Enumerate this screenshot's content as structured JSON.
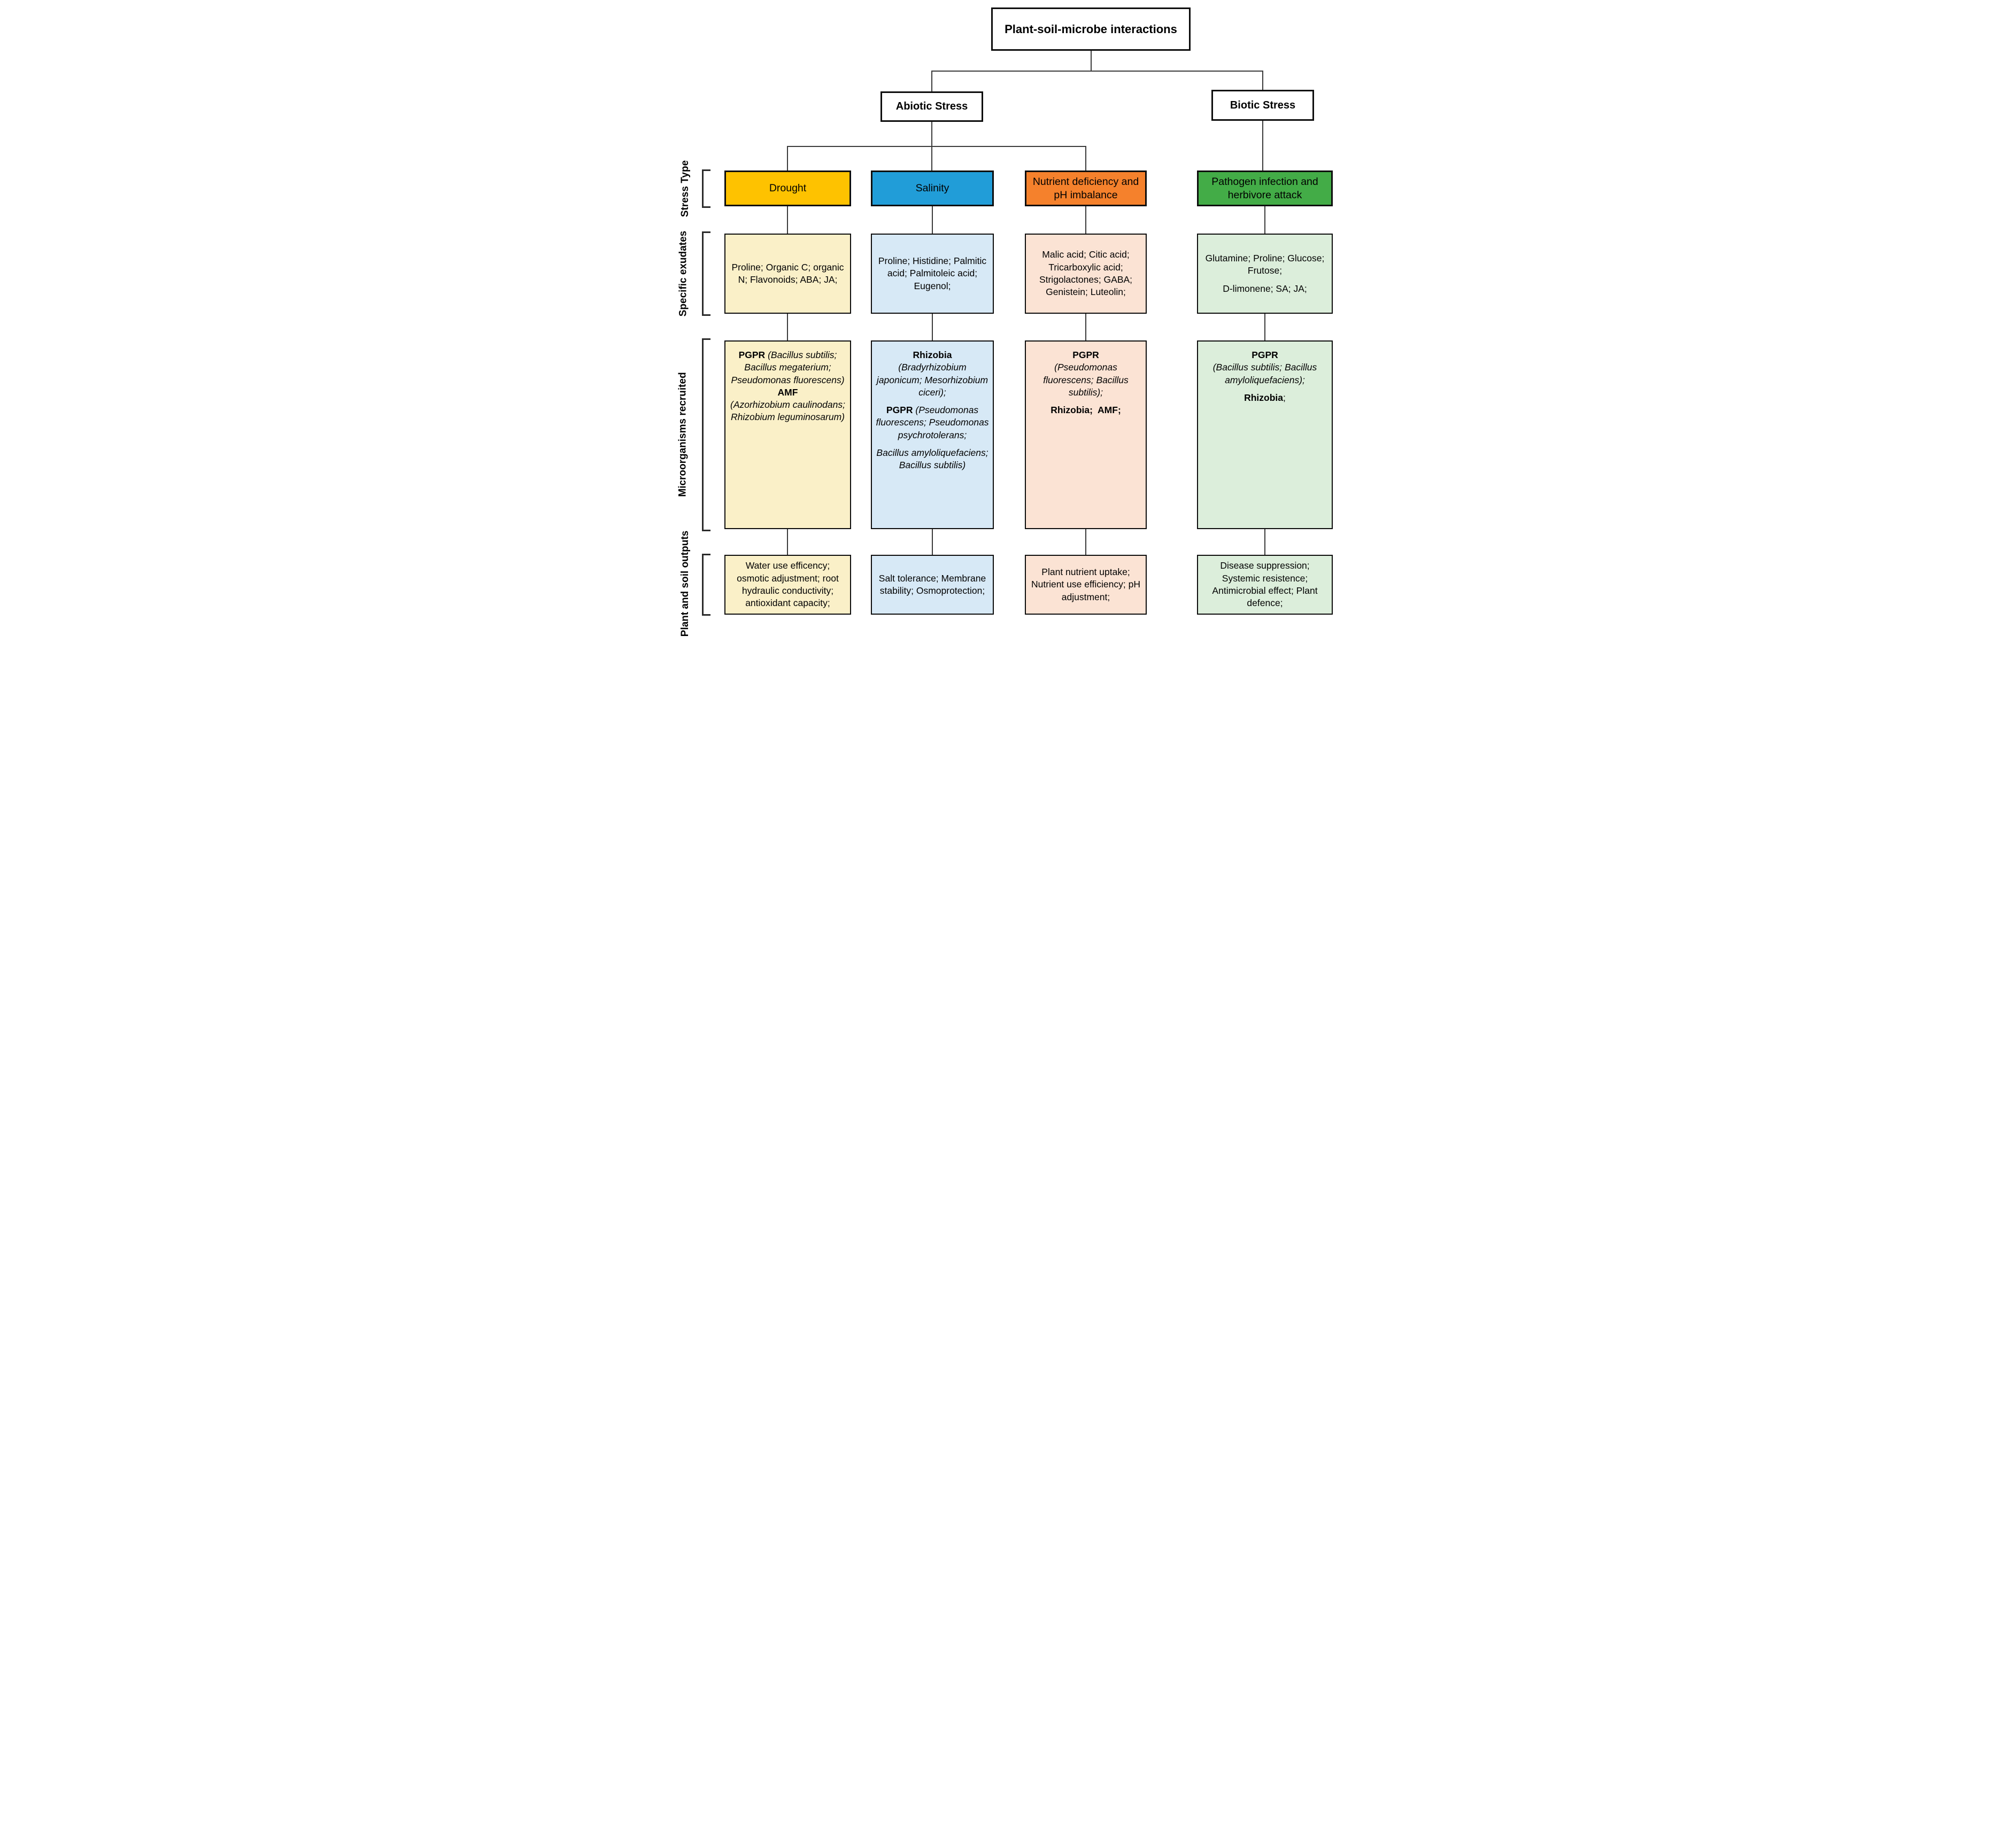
{
  "title": "Plant-soil-microbe interactions",
  "branches": {
    "abiotic": "Abiotic Stress",
    "biotic": "Biotic Stress"
  },
  "row_labels": [
    "Stress Type",
    "Specific exudates",
    "Microorganisms recruited",
    "Plant and soil outputs"
  ],
  "colors": {
    "drought_header": "#FEC200",
    "drought_tint": "#FAF0C8",
    "salinity_header": "#219DD8",
    "salinity_tint": "#D7E9F6",
    "nutrient_header": "#F5812C",
    "nutrient_tint": "#FBE3D4",
    "pathogen_header": "#43AC47",
    "pathogen_tint": "#DCEEDB",
    "connector": "#3A3A3A",
    "border": "#0D0D0D"
  },
  "columns": [
    {
      "id": "drought",
      "header": "Drought",
      "exudates_paras": [
        {
          "segs": [
            {
              "t": "Proline; Organic C; organic N; Flavonoids; ABA; JA;"
            }
          ]
        }
      ],
      "micro_paras": [
        {
          "segs": [
            {
              "t": "PGPR",
              "b": true
            },
            {
              "t": " "
            },
            {
              "t": "(Bacillus subtilis; Bacillus megaterium; Pseudomonas fluorescens)",
              "i": true
            }
          ]
        },
        {
          "segs": [
            {
              "t": "AMF",
              "b": true
            }
          ]
        },
        {
          "segs": [
            {
              "t": "(Azorhizobium caulinodans; Rhizobium leguminosarum)",
              "i": true
            }
          ]
        }
      ],
      "outputs": "Water use efficency; osmotic adjustment; root hydraulic conductivity; antioxidant capacity;"
    },
    {
      "id": "salinity",
      "header": "Salinity",
      "exudates_paras": [
        {
          "segs": [
            {
              "t": "Proline; Histidine; Palmitic acid; Palmitoleic acid; Eugenol;"
            }
          ]
        }
      ],
      "micro_paras": [
        {
          "segs": [
            {
              "t": "Rhizobia",
              "b": true
            }
          ]
        },
        {
          "segs": [
            {
              "t": "(Bradyrhizobium japonicum; Mesorhizobium ciceri);",
              "i": true
            }
          ]
        },
        {
          "gap": true,
          "segs": [
            {
              "t": "PGPR",
              "b": true
            },
            {
              "t": " "
            },
            {
              "t": "(Pseudomonas fluorescens; Pseudomonas psychrotolerans;",
              "i": true
            }
          ]
        },
        {
          "gap": true,
          "segs": [
            {
              "t": "Bacillus amyloliquefaciens; Bacillus subtilis)",
              "i": true
            }
          ]
        }
      ],
      "outputs": "Salt tolerance; Membrane stability; Osmoprotection;"
    },
    {
      "id": "nutrient",
      "header": "Nutrient deficiency and pH imbalance",
      "exudates_paras": [
        {
          "segs": [
            {
              "t": "Malic acid; Citic acid; Tricarboxylic acid; Strigolactones; GABA; Genistein; Luteolin;"
            }
          ]
        }
      ],
      "micro_paras": [
        {
          "segs": [
            {
              "t": "PGPR",
              "b": true
            }
          ]
        },
        {
          "segs": [
            {
              "t": "(Pseudomonas fluorescens; Bacillus subtilis);",
              "i": true
            }
          ]
        },
        {
          "gap": true,
          "segs": [
            {
              "t": "Rhizobia;  AMF;",
              "b": true
            }
          ]
        }
      ],
      "outputs": "Plant nutrient uptake; Nutrient use efficiency; pH adjustment;"
    },
    {
      "id": "pathogen",
      "header": "Pathogen infection and herbivore attack",
      "exudates_paras": [
        {
          "segs": [
            {
              "t": "Glutamine; Proline; Glucose; Frutose;"
            }
          ]
        },
        {
          "gap": true,
          "segs": [
            {
              "t": "D-limonene; SA; JA;"
            }
          ]
        }
      ],
      "micro_paras": [
        {
          "segs": [
            {
              "t": "PGPR",
              "b": true
            }
          ]
        },
        {
          "segs": [
            {
              "t": "(Bacillus subtilis; Bacillus amyloliquefaciens);",
              "i": true
            }
          ]
        },
        {
          "gap": true,
          "segs": [
            {
              "t": "Rhizobia",
              "b": true
            },
            {
              "t": ";"
            }
          ]
        }
      ],
      "outputs": "Disease suppression; Systemic resistence; Antimicrobial effect; Plant defence;"
    }
  ]
}
